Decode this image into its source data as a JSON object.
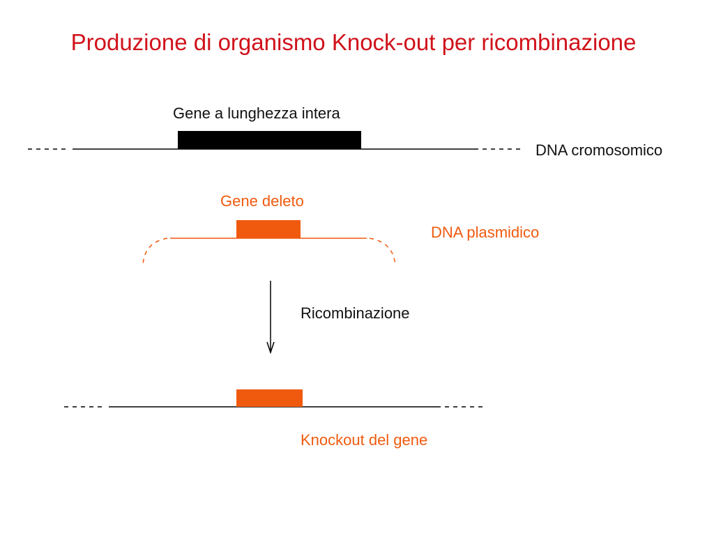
{
  "title": "Produzione di organismo Knock-out per ricombinazione",
  "labels": {
    "full_gene": "Gene a lunghezza intera",
    "chromosomal_dna": "DNA cromosomico",
    "deleted_gene": "Gene deleto",
    "plasmid_dna": "DNA plasmidico",
    "recombination": "Ricombinazione",
    "knockout": "Knockout del gene"
  },
  "colors": {
    "title": "#d0121b",
    "gene_full": "#000000",
    "gene_deleted": "#f05a0f",
    "line": "#000000"
  }
}
